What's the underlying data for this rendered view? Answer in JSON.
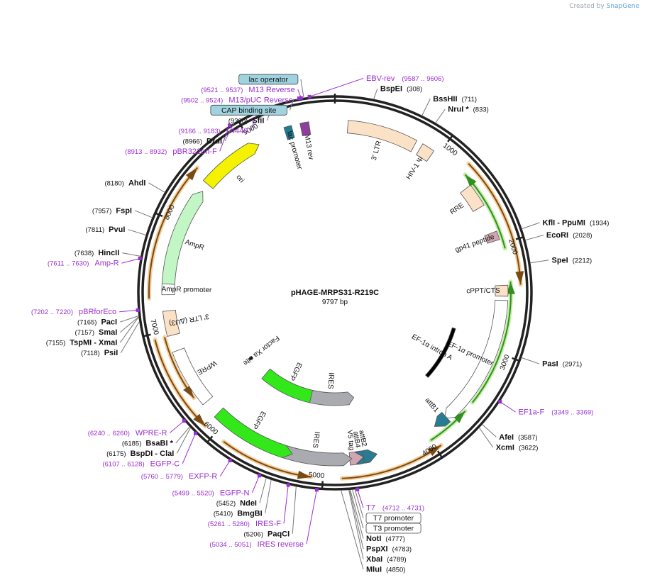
{
  "credit": {
    "created_by": "Created by",
    "brand": "SnapGene"
  },
  "plasmid": {
    "name": "pHAGE-MRPS31-R219C",
    "length_label": "9797 bp",
    "length": 9797
  },
  "ticks": [
    {
      "pos": 1000,
      "label": "1000"
    },
    {
      "pos": 2000,
      "label": "2000"
    },
    {
      "pos": 3000,
      "label": "3000"
    },
    {
      "pos": 4000,
      "label": "4000"
    },
    {
      "pos": 5000,
      "label": "5000"
    },
    {
      "pos": 6000,
      "label": "6000"
    },
    {
      "pos": 7000,
      "label": "7000"
    },
    {
      "pos": 8000,
      "label": "8000"
    },
    {
      "pos": 9000,
      "label": "9000"
    }
  ],
  "enzymes": [
    {
      "name": "BspEI",
      "coord": "(308)",
      "pos": 308,
      "side": "right"
    },
    {
      "name": "BssHII",
      "coord": "(711)",
      "pos": 711,
      "side": "right"
    },
    {
      "name": "NruI *",
      "coord": "(833)",
      "pos": 833,
      "side": "right"
    },
    {
      "name": "KflI - PpuMI",
      "coord": "(1934)",
      "pos": 1934,
      "side": "right"
    },
    {
      "name": "EcoRI",
      "coord": "(2028)",
      "pos": 2028,
      "side": "right"
    },
    {
      "name": "SpeI",
      "coord": "(2212)",
      "pos": 2212,
      "side": "right"
    },
    {
      "name": "PasI",
      "coord": "(2971)",
      "pos": 2971,
      "side": "right"
    },
    {
      "name": "AfeI",
      "coord": "(3587)",
      "pos": 3587,
      "side": "right"
    },
    {
      "name": "XcmI",
      "coord": "(3622)",
      "pos": 3622,
      "side": "right"
    },
    {
      "name": "NotI",
      "coord": "(4777)",
      "pos": 4777,
      "side": "right"
    },
    {
      "name": "PspXI",
      "coord": "(4783)",
      "pos": 4783,
      "side": "right"
    },
    {
      "name": "XbaI",
      "coord": "(4789)",
      "pos": 4789,
      "side": "right"
    },
    {
      "name": "MluI",
      "coord": "(4850)",
      "pos": 4850,
      "side": "right"
    },
    {
      "name": "PaqCI",
      "coord": "(5206)",
      "pos": 5206,
      "side": "left"
    },
    {
      "name": "BmgBI",
      "coord": "(5410)",
      "pos": 5410,
      "side": "left"
    },
    {
      "name": "NdeI",
      "coord": "(5452)",
      "pos": 5452,
      "side": "left"
    },
    {
      "name": "BspDI - ClaI",
      "coord": "(6175)",
      "pos": 6175,
      "side": "left"
    },
    {
      "name": "BsaBI *",
      "coord": "(6185)",
      "pos": 6185,
      "side": "left"
    },
    {
      "name": "PsiI",
      "coord": "(7118)",
      "pos": 7118,
      "side": "left"
    },
    {
      "name": "TspMI - XmaI",
      "coord": "(7155)",
      "pos": 7155,
      "side": "left"
    },
    {
      "name": "SmaI",
      "coord": "(7157)",
      "pos": 7157,
      "side": "left"
    },
    {
      "name": "PacI",
      "coord": "(7165)",
      "pos": 7165,
      "side": "left"
    },
    {
      "name": "HincII",
      "coord": "(7638)",
      "pos": 7638,
      "side": "left"
    },
    {
      "name": "PvuI",
      "coord": "(7811)",
      "pos": 7811,
      "side": "left"
    },
    {
      "name": "FspI",
      "coord": "(7957)",
      "pos": 7957,
      "side": "left"
    },
    {
      "name": "AhdI",
      "coord": "(8180)",
      "pos": 8180,
      "side": "left"
    },
    {
      "name": "DrdI",
      "coord": "(8966)",
      "pos": 8966,
      "side": "left"
    },
    {
      "name": "SfiI",
      "coord": "(9300)",
      "pos": 9300,
      "side": "left"
    }
  ],
  "primers": [
    {
      "name": "M13 Reverse",
      "range": "(9521 .. 9537)",
      "pos": 9529,
      "side": "left"
    },
    {
      "name": "EBV-rev",
      "range": "(9587 .. 9606)",
      "pos": 9596,
      "side": "right"
    },
    {
      "name": "M13/pUC Reverse",
      "range": "(9502 .. 9524)",
      "pos": 9513,
      "side": "left"
    },
    {
      "name": "L4440",
      "range": "(9166 .. 9183)",
      "pos": 9174,
      "side": "left"
    },
    {
      "name": "pBR322ori-F",
      "range": "(8913 .. 8932)",
      "pos": 8922,
      "side": "left"
    },
    {
      "name": "Amp-R",
      "range": "(7611 .. 7630)",
      "pos": 7620,
      "side": "left"
    },
    {
      "name": "pBRforEco",
      "range": "(7202 .. 7220)",
      "pos": 7211,
      "side": "left"
    },
    {
      "name": "WPRE-R",
      "range": "(6240 .. 6260)",
      "pos": 6250,
      "side": "left"
    },
    {
      "name": "EGFP-C",
      "range": "(6107 .. 6128)",
      "pos": 6117,
      "side": "left"
    },
    {
      "name": "EXFP-R",
      "range": "(5760 .. 5779)",
      "pos": 5770,
      "side": "left"
    },
    {
      "name": "EGFP-N",
      "range": "(5499 .. 5520)",
      "pos": 5510,
      "side": "left"
    },
    {
      "name": "IRES-F",
      "range": "(5261 .. 5280)",
      "pos": 5270,
      "side": "left"
    },
    {
      "name": "IRES reverse",
      "range": "(5034 .. 5051)",
      "pos": 5042,
      "side": "left"
    },
    {
      "name": "T7",
      "range": "(4712 .. 4731)",
      "pos": 4721,
      "side": "right"
    },
    {
      "name": "EF1a-F",
      "range": "(3349 .. 3369)",
      "pos": 3359,
      "side": "right"
    }
  ],
  "boxed_features": [
    {
      "name": "lac operator",
      "pos": 9550,
      "side": "left"
    },
    {
      "name": "CAP binding site",
      "pos": 9470,
      "side": "left"
    },
    {
      "name": "T3 promoter",
      "pos": 4760,
      "side": "right"
    },
    {
      "name": "T7 promoter",
      "pos": 4740,
      "side": "right"
    }
  ],
  "features": [
    {
      "name": "3' LTR",
      "start": 120,
      "end": 770,
      "ring": 235,
      "dir": 0,
      "color": "#fbe1c6"
    },
    {
      "name": "HIV-1 Ψ",
      "start": 830,
      "end": 950,
      "ring": 235,
      "dir": 0,
      "color": "#fbe1c6"
    },
    {
      "name": "RRE",
      "start": 1400,
      "end": 1620,
      "ring": 235,
      "dir": 0,
      "color": "#fbe1c6"
    },
    {
      "name": "gp41 peptide",
      "start": 1880,
      "end": 1960,
      "ring": 235,
      "dir": 0,
      "color": "#d2a5b2"
    },
    {
      "name": "cPPT/CTS",
      "start": 2380,
      "end": 2480,
      "ring": 235,
      "dir": 0,
      "color": "#fbe1c6"
    },
    {
      "name": "EF-1α promoter",
      "start": 2520,
      "end": 3700,
      "ring": 235,
      "dir": 1,
      "color": "#ffffff"
    },
    {
      "name": "attB1",
      "start": 3760,
      "end": 3820,
      "ring": 235,
      "dir": 1,
      "color": "#277c91"
    },
    {
      "name": "attB4",
      "start": 4640,
      "end": 4700,
      "ring": 235,
      "dir": -1,
      "color": "#277c91"
    },
    {
      "name": "attB2",
      "start": 4580,
      "end": 4630,
      "ring": 235,
      "dir": -1,
      "color": "#277c91"
    },
    {
      "name": "V5 tag",
      "start": 4710,
      "end": 4760,
      "ring": 235,
      "dir": -1,
      "color": "#d2a5b2"
    },
    {
      "name": "IRES",
      "start": 4820,
      "end": 5380,
      "ring": 235,
      "dir": -1,
      "color": "#a9abb0"
    },
    {
      "name": "EGFP",
      "start": 5380,
      "end": 6100,
      "ring": 235,
      "dir": -1,
      "color": "#32e81a"
    },
    {
      "name": "WPRE",
      "start": 6250,
      "end": 6800,
      "ring": 235,
      "dir": 0,
      "color": "#ffffff"
    },
    {
      "name": "3' LTR (ΔU3)",
      "start": 6950,
      "end": 7180,
      "ring": 235,
      "dir": 0,
      "color": "#fbe1c6"
    },
    {
      "name": "AmpR promoter",
      "start": 7330,
      "end": 7430,
      "ring": 235,
      "dir": 1,
      "color": "#ffffff"
    },
    {
      "name": "AmpR",
      "start": 7430,
      "end": 8290,
      "ring": 235,
      "dir": 1,
      "color": "#c2f7c5"
    },
    {
      "name": "ori",
      "start": 8450,
      "end": 8980,
      "ring": 235,
      "dir": 1,
      "color": "#f4f200"
    },
    {
      "name": "lac promoter",
      "start": 9330,
      "end": 9400,
      "ring": 235,
      "dir": 0,
      "color": "#1f7c91"
    },
    {
      "name": "M13 rev",
      "start": 9480,
      "end": 9560,
      "ring": 235,
      "dir": 0,
      "color": "#8f3ea0"
    },
    {
      "name": "EF-1α intron A",
      "start": 2900,
      "end": 3600,
      "ring": 175,
      "dir": 0,
      "color": "#000000"
    },
    {
      "name": "EGFP",
      "start": 5250,
      "end": 6000,
      "ring": 150,
      "dir": -1,
      "color": "#32e81a"
    },
    {
      "name": "IRES",
      "start": 4700,
      "end": 5250,
      "ring": 150,
      "dir": -1,
      "color": "#a9abb0"
    },
    {
      "name": "Factor Xa site",
      "start": 6300,
      "end": 6330,
      "ring": 150,
      "dir": 0,
      "color": "#000000"
    }
  ],
  "orange_arcs": [
    {
      "start": 1250,
      "end": 2380,
      "ring": 262,
      "dir": 1
    },
    {
      "start": 3950,
      "end": 4840,
      "ring": 262,
      "dir": -1
    },
    {
      "start": 5100,
      "end": 5900,
      "ring": 262,
      "dir": -1
    },
    {
      "start": 6100,
      "end": 6950,
      "ring": 262,
      "dir": -1
    },
    {
      "start": 6350,
      "end": 6950,
      "ring": 248,
      "dir": -1
    },
    {
      "start": 7300,
      "end": 8500,
      "ring": 262,
      "dir": 1
    }
  ],
  "green_arcs": [
    {
      "start": 1300,
      "end": 2050,
      "ring": 248,
      "dir": -1
    },
    {
      "start": 2350,
      "end": 3500,
      "ring": 248,
      "dir": -1
    },
    {
      "start": 3600,
      "end": 4000,
      "ring": 248,
      "dir": -1
    }
  ]
}
